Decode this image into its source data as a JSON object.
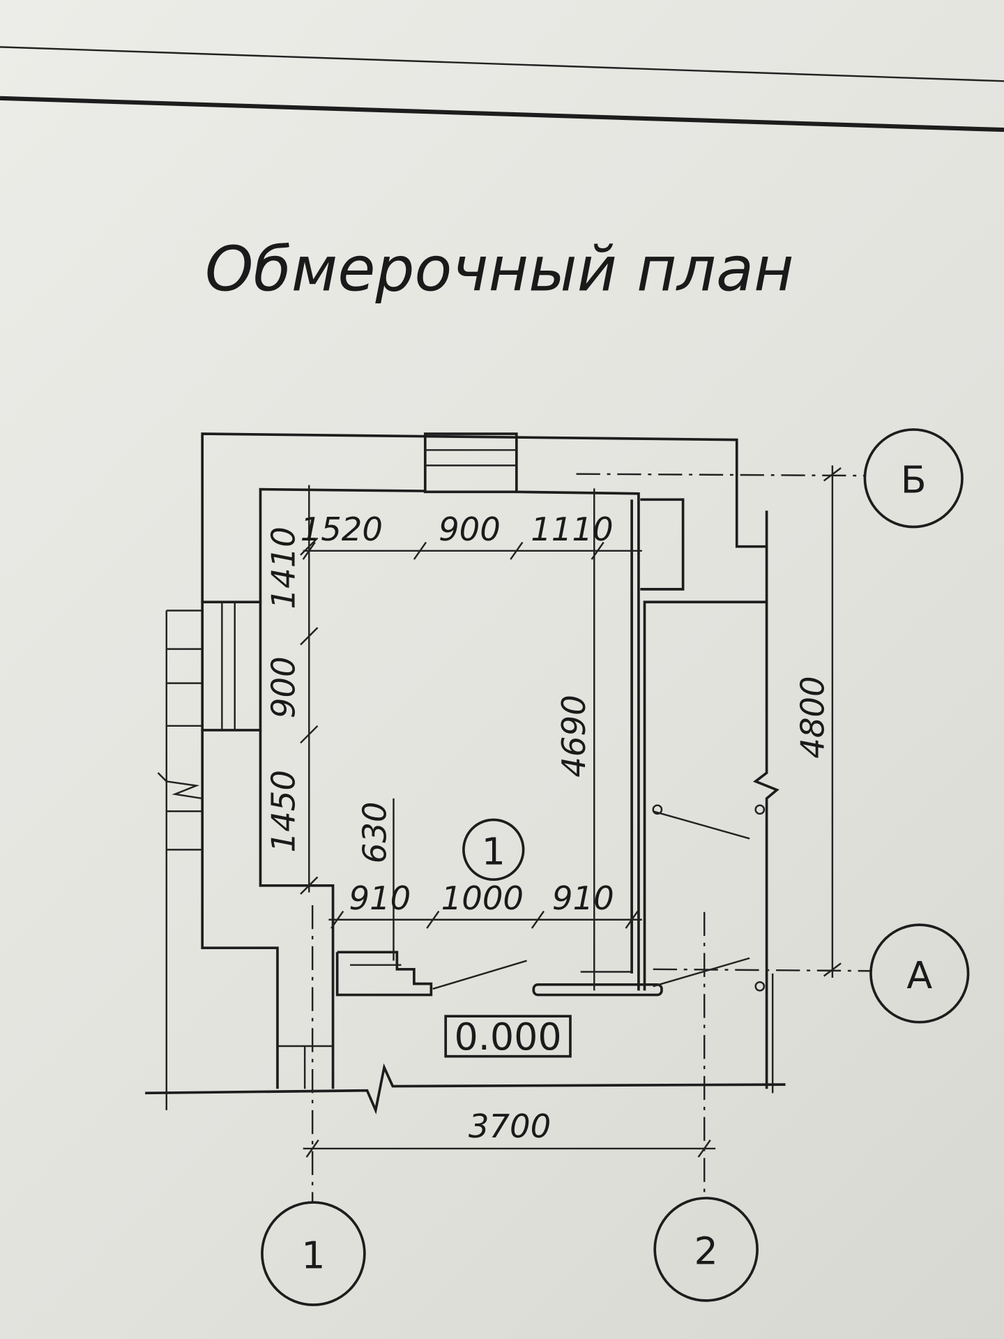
{
  "title": "Обмерочный план",
  "room_number": "1",
  "floor_level": "0.000",
  "dimensions": {
    "top": [
      "1520",
      "900",
      "1110"
    ],
    "left": [
      "1410",
      "900",
      "1450"
    ],
    "door_height": "630",
    "bottom": [
      "910",
      "1000",
      "910"
    ],
    "room_depth": "4690",
    "axis_span_vertical": "4800",
    "axis_span_horizontal": "3700"
  },
  "axes": {
    "rows": [
      "Б",
      "А"
    ],
    "columns": [
      "1",
      "2"
    ]
  }
}
